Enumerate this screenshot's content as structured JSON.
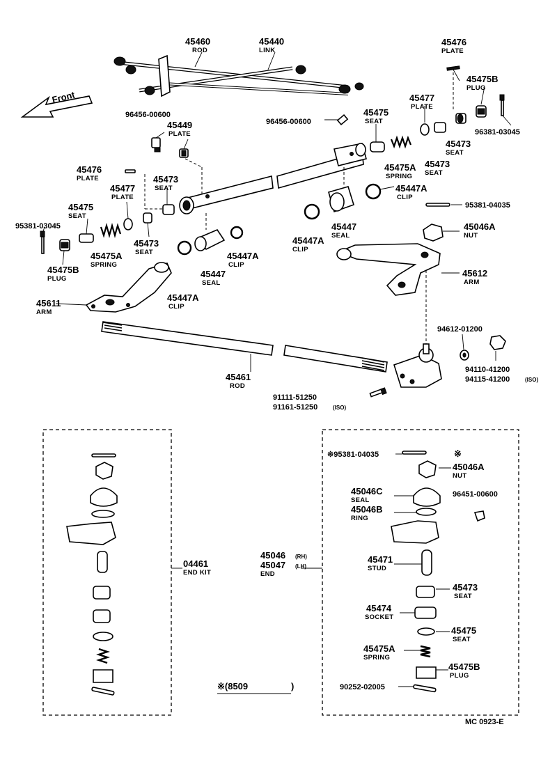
{
  "direction": "Front",
  "footer_code": "MC 0923-E",
  "iso_note": "※(8509",
  "iso_close": ")",
  "callouts": {
    "p45460": {
      "num": "45460",
      "label": "ROD"
    },
    "p45440": {
      "num": "45440",
      "label": "LINK"
    },
    "p45476_top": {
      "num": "45476",
      "label": "PLATE"
    },
    "p45475B_top": {
      "num": "45475B",
      "label": "PLUG"
    },
    "p45477_right": {
      "num": "45477",
      "label": "PLATE"
    },
    "p96456_left": {
      "num": "96456-00600"
    },
    "p45449": {
      "num": "45449",
      "label": "PLATE"
    },
    "p96456_right": {
      "num": "96456-00600"
    },
    "p45475_right": {
      "num": "45475",
      "label": "SEAT"
    },
    "p96381_right": {
      "num": "96381-03045"
    },
    "p45473_right_a": {
      "num": "45473",
      "label": "SEAT"
    },
    "p45475A_right": {
      "num": "45475A",
      "label": "SPRING"
    },
    "p45473_right_b": {
      "num": "45473",
      "label": "SEAT"
    },
    "p45476_left": {
      "num": "45476",
      "label": "PLATE"
    },
    "p45473_left_a": {
      "num": "45473",
      "label": "SEAT"
    },
    "p45477_left": {
      "num": "45477",
      "label": "PLATE"
    },
    "p45447A_right": {
      "num": "45447A",
      "label": "CLIP"
    },
    "p95381_04035": {
      "num": "95381-04035"
    },
    "p45475_left": {
      "num": "45475",
      "label": "SEAT"
    },
    "p95381_03045_left": {
      "num": "95381-03045"
    },
    "p45473_left_b": {
      "num": "45473",
      "label": "SEAT"
    },
    "p45475A_left": {
      "num": "45475A",
      "label": "SPRING"
    },
    "p45475B_left": {
      "num": "45475B",
      "label": "PLUG"
    },
    "p45447_right": {
      "num": "45447",
      "label": "SEAL"
    },
    "p45447A_mid": {
      "num": "45447A",
      "label": "CLIP"
    },
    "p45046A_top": {
      "num": "45046A",
      "label": "NUT"
    },
    "p45447A_left_clip": {
      "num": "45447A",
      "label": "CLIP"
    },
    "p45447_left": {
      "num": "45447",
      "label": "SEAL"
    },
    "p45447A_left_bottom": {
      "num": "45447A",
      "label": "CLIP"
    },
    "p45612": {
      "num": "45612",
      "label": "ARM"
    },
    "p45611": {
      "num": "45611",
      "label": "ARM"
    },
    "p94612": {
      "num": "94612-01200"
    },
    "p94110": {
      "num": "94110-41200"
    },
    "p94115": {
      "num": "94115-41200",
      "iso": "(ISO)"
    },
    "p45461": {
      "num": "45461",
      "label": "ROD"
    },
    "p91111": {
      "num": "91111-51250"
    },
    "p91161": {
      "num": "91161-51250",
      "iso": "(ISO)"
    },
    "p04461": {
      "num": "04461",
      "label": "END KIT"
    },
    "p45046": {
      "num": "45046",
      "iso": "(RH)"
    },
    "p45047": {
      "num": "45047",
      "iso": "(LH)",
      "label": "END"
    },
    "p95381_04035_low": {
      "num": "※95381-04035"
    },
    "p_asterisk": {
      "num": "※"
    },
    "p45046A_low": {
      "num": "45046A",
      "label": "NUT"
    },
    "p45046C": {
      "num": "45046C",
      "label": "SEAL"
    },
    "p96451": {
      "num": "96451-00600"
    },
    "p45046B": {
      "num": "45046B",
      "label": "RING"
    },
    "p45471": {
      "num": "45471",
      "label": "STUD"
    },
    "p45473_low": {
      "num": "45473",
      "label": "SEAT"
    },
    "p45474": {
      "num": "45474",
      "label": "SOCKET"
    },
    "p45475_low": {
      "num": "45475",
      "label": "SEAT"
    },
    "p45475A_low": {
      "num": "45475A",
      "label": "SPRING"
    },
    "p45475B_low": {
      "num": "45475B",
      "label": "PLUG"
    },
    "p90252": {
      "num": "90252-02005"
    }
  }
}
